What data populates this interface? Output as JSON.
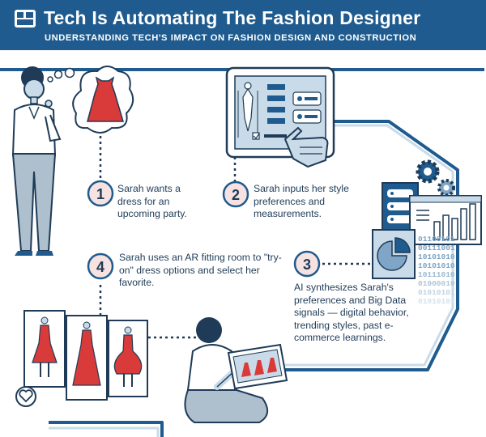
{
  "header": {
    "title": "Tech Is Automating The Fashion Designer",
    "subtitle": "UNDERSTANDING TECH'S IMPACT ON FASHION DESIGN AND CONSTRUCTION"
  },
  "steps": [
    {
      "number": "1",
      "text": "Sarah wants a dress for an upcoming party."
    },
    {
      "number": "2",
      "text": "Sarah inputs her style preferences and measurements."
    },
    {
      "number": "3",
      "text": "AI synthesizes Sarah's preferences and Big Data signals — digital behavior, trending styles, past e-commerce learnings."
    },
    {
      "number": "4",
      "text": "Sarah uses an AR fitting room to \"try-on\" dress options and select her favorite."
    }
  ],
  "binary_digits": [
    "01100101",
    "00111001",
    "10101010",
    "10101010",
    "10111010",
    "01000010",
    "01010101",
    "01010101"
  ],
  "colors": {
    "navy": "#1f5b8e",
    "dark": "#1f3b57",
    "light_blue": "#c9dbe9",
    "mid_blue": "#7fa6c6",
    "accent_red": "#d93a3a",
    "badge_fill": "#f7e2e2"
  },
  "icons": [
    "logo-icon",
    "thought-bubble-icon",
    "dress-icon",
    "tablet-form-icon",
    "pointing-hand-icon",
    "server-icon",
    "gear-icon",
    "bar-chart-icon",
    "pie-chart-icon",
    "heart-icon"
  ]
}
